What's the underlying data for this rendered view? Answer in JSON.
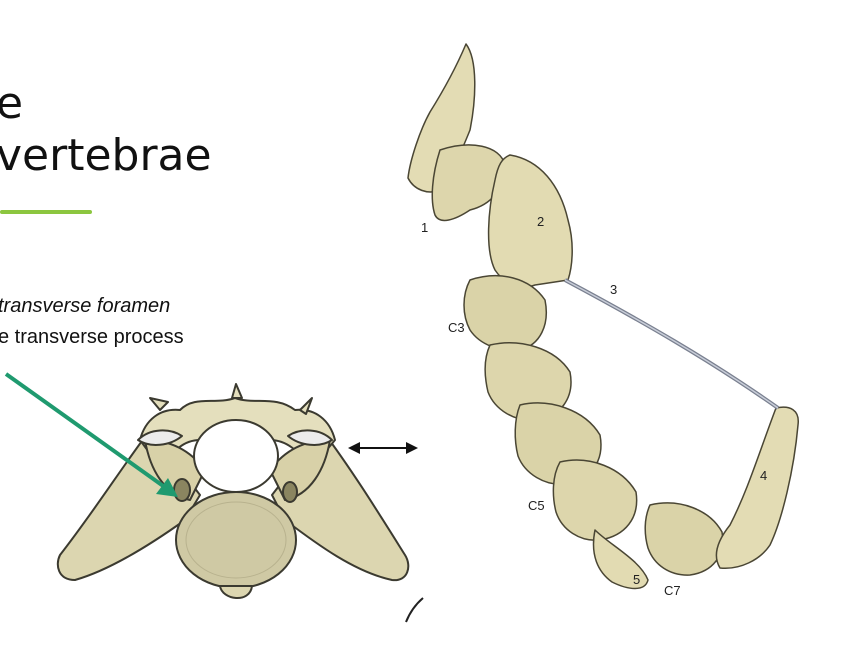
{
  "slide": {
    "title_line1": "e",
    "title_line2": "vertebrae",
    "caption_line1": "transverse foramen",
    "caption_line2": "e transverse process",
    "accent_color": "#8cc63f",
    "arrow_color": "#1f9a6f"
  },
  "figure": {
    "labels": [
      "1",
      "2",
      "3",
      "C3",
      "4",
      "C5",
      "5",
      "C7"
    ]
  },
  "icons": {
    "double_arrow": "double-arrow-icon"
  }
}
